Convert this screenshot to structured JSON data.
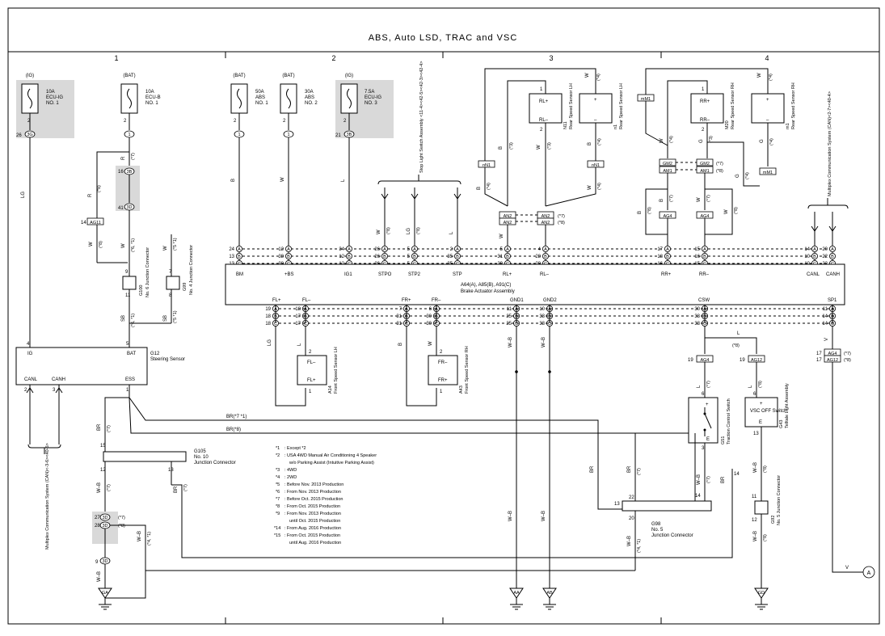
{
  "title": "ABS, Auto LSD, TRAC and VSC",
  "columns": [
    "1",
    "2",
    "3",
    "4"
  ],
  "fuses": [
    {
      "supply": "(IG)",
      "name": "10A",
      "sub": "ECU-IG",
      "no": "NO. 1",
      "pin_top": "2",
      "pin": "26",
      "conn": "3G"
    },
    {
      "supply": "(BAT)",
      "name": "10A",
      "sub": "ECU-B",
      "no": "NO. 1",
      "pin_top": "2",
      "pin": "",
      "conn": "1"
    },
    {
      "supply": "(BAT)",
      "name": "50A",
      "sub": "ABS",
      "no": "NO. 1",
      "pin_top": "2",
      "pin": "",
      "conn": "1"
    },
    {
      "supply": "(BAT)",
      "name": "30A",
      "sub": "ABS",
      "no": "NO. 2",
      "pin_top": "2",
      "pin": "",
      "conn": "1"
    },
    {
      "supply": "(IG)",
      "name": "7.5A",
      "sub": "ECU-IG",
      "no": "NO. 3",
      "pin_top": "2",
      "pin": "21",
      "conn": "3B"
    }
  ],
  "actuator": {
    "name": "A64(A), A85(B), A91(C)",
    "desc": "Brake Actuator Assembly",
    "top_labels": [
      "BM",
      "+BS",
      "IG1",
      "STPO",
      "STP2",
      "STP",
      "RL+",
      "RL–",
      "RR+",
      "RR–",
      "CANL",
      "CANH"
    ],
    "bottom_labels": [
      "FL+",
      "FL–",
      "FR+",
      "FR–",
      "GND1",
      "GND2",
      "CSW",
      "SP1"
    ],
    "top_pins": [
      "24",
      "13",
      "13",
      "12",
      "38",
      "38",
      "34",
      "12",
      "12",
      "26",
      "26",
      "26",
      "5",
      "5",
      "5",
      "2",
      "35",
      "35",
      "5",
      "31",
      "29",
      "4",
      "28",
      "28",
      "17",
      "18",
      "16",
      "15",
      "16",
      "15",
      "14",
      "10",
      "10",
      "20",
      "22",
      "22"
    ],
    "bottom_pins": [
      "19",
      "18",
      "18",
      "18",
      "17",
      "17",
      "7",
      "31",
      "31",
      "6",
      "30",
      "30",
      "11",
      "25",
      "25",
      "10",
      "33",
      "33",
      "30",
      "33",
      "33",
      "11",
      "14",
      "14"
    ]
  },
  "components": {
    "steering": {
      "id": "G12",
      "name": "Steering Sensor",
      "pins": [
        "IG",
        "BAT",
        "CANL",
        "CANH",
        "ESS"
      ],
      "nums": [
        "4",
        "5",
        "2",
        "3",
        "1"
      ]
    },
    "fl_sensor": {
      "id": "A14",
      "name": "Front Speed Sensor LH",
      "t1": "FL–",
      "t2": "FL+",
      "p1": "2",
      "p2": "1"
    },
    "fr_sensor": {
      "id": "A43",
      "name": "Front Speed Sensor RH",
      "t1": "FR–",
      "t2": "FR+",
      "p1": "2",
      "p2": "1"
    },
    "rl_sensor": {
      "id": "N11",
      "name": "Rear Speed Sensor LH",
      "t1": "RL+",
      "t2": "RL–",
      "p1": "1",
      "p2": "2"
    },
    "rr_sensor": {
      "id": "M20",
      "name": "Rear Speed Sensor RH",
      "t1": "RR+",
      "t2": "RR–",
      "p1": "1",
      "p2": "2"
    },
    "n1": {
      "id": "n1",
      "name": "Rear Speed Sensor LH"
    },
    "m1": {
      "id": "m1",
      "name": "Rear Speed Sensor RH"
    },
    "trac": {
      "id": "G51",
      "name": "Traction Control Switch",
      "e": "E"
    },
    "vsc": {
      "id": "G43",
      "name": "Telltale Light Assembly",
      "label": "VSC OFF Switch",
      "e": "E"
    },
    "stop": {
      "label": "Stop Light Switch Assembly <11-4><42-5><42-3><42-4>"
    },
    "multicom_right": {
      "label": "Multiplex Communication System (CAN)<2-7><40-4>"
    },
    "multicom_left": {
      "label": "Multiplex Communication System (CAN)<-3-6><40-5>"
    },
    "jc_g100": {
      "id": "G100",
      "name": "No. 6 Junction Connector"
    },
    "jc_g99": {
      "id": "G99",
      "name": "No. 4 Junction Connector"
    },
    "jc_g105": {
      "id": "G105",
      "name": "No. 10",
      "desc": "Junction Connector"
    },
    "jc_g98": {
      "id": "G98",
      "name": "No. 5",
      "desc": "Junction Connector"
    },
    "jc_g92": {
      "id": "G92",
      "name": "No. 5 Junction Connector"
    }
  },
  "grounds": [
    "GA",
    "AA",
    "AB",
    "GD"
  ],
  "offpage": "A",
  "wires": {
    "LG": "LG",
    "R": "R",
    "W": "W",
    "SB": "SB",
    "B": "B",
    "L": "L",
    "G": "G",
    "V": "V",
    "WB": "W–B",
    "BR": "BR",
    "BR7": "BR(*7 *1)",
    "BR8": "BR(*8)"
  },
  "small_labels": [
    "(*8)",
    "(*7)",
    "(*4)",
    "(*3)",
    "(*1)",
    "(*2)",
    "(*6, *1)",
    "(*5 *1)",
    "(*4, *1)"
  ],
  "conn_tags": [
    "3B",
    "3D",
    "AG11",
    "nN1",
    "AN2",
    "GM2",
    "AM1",
    "AG4",
    "mM1",
    "AG12",
    "3D"
  ],
  "notes": [
    {
      "k": "*1",
      "v": ": Except *2"
    },
    {
      "k": "*2",
      "v": ": USA 4WD Manual Air Conditioning 4 Speaker"
    },
    {
      "k": "",
      "v": "w/o Parking Assist (Intuitive Parking Assist)"
    },
    {
      "k": "*3",
      "v": ": 4WD"
    },
    {
      "k": "*4",
      "v": ": 2WD"
    },
    {
      "k": "*5",
      "v": ": Before Nov. 2013 Production"
    },
    {
      "k": "*6",
      "v": ": From Nov. 2013 Production"
    },
    {
      "k": "*7",
      "v": ": Before Oct. 2015 Production"
    },
    {
      "k": "*8",
      "v": ": From Oct. 2015 Production"
    },
    {
      "k": "*9",
      "v": ": From Nov. 2013 Production"
    },
    {
      "k": "",
      "v": "until Oct. 2015 Production"
    },
    {
      "k": "*14",
      "v": ": From Aug. 2016 Production"
    },
    {
      "k": "*15",
      "v": ": From Oct. 2015 Production"
    },
    {
      "k": "",
      "v": "until Aug. 2016 Production"
    }
  ]
}
